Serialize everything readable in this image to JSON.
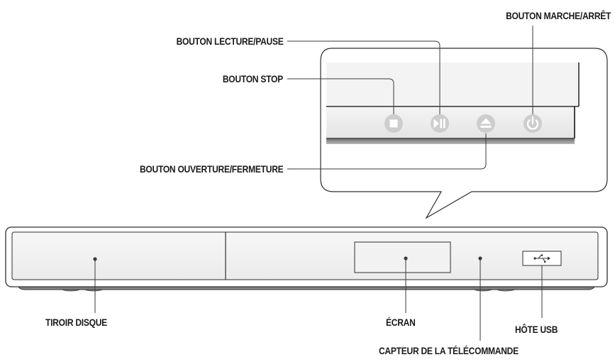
{
  "labels": {
    "power_button": "BOUTON MARCHE/ARRÊT",
    "play_pause_button": "BOUTON LECTURE/PAUSE",
    "stop_button": "BOUTON STOP",
    "open_close_button": "BOUTON OUVERTURE/FERMETURE",
    "disc_tray": "TIROIR DISQUE",
    "display": "ÉCRAN",
    "usb_host": "HÔTE USB",
    "remote_sensor": "CAPTEUR DE LA TÉLÉCOMMANDE"
  },
  "icons": [
    "stop-icon",
    "play-pause-icon",
    "eject-icon",
    "power-icon",
    "usb-icon"
  ],
  "colors": {
    "line": "#3a3a3a",
    "button_fill": "#cfcfcf",
    "button_glyph": "#ffffff",
    "panel_fill": "#ececec",
    "bar_fill": "#e6e6e6",
    "shadow": "#9a9a9a"
  }
}
